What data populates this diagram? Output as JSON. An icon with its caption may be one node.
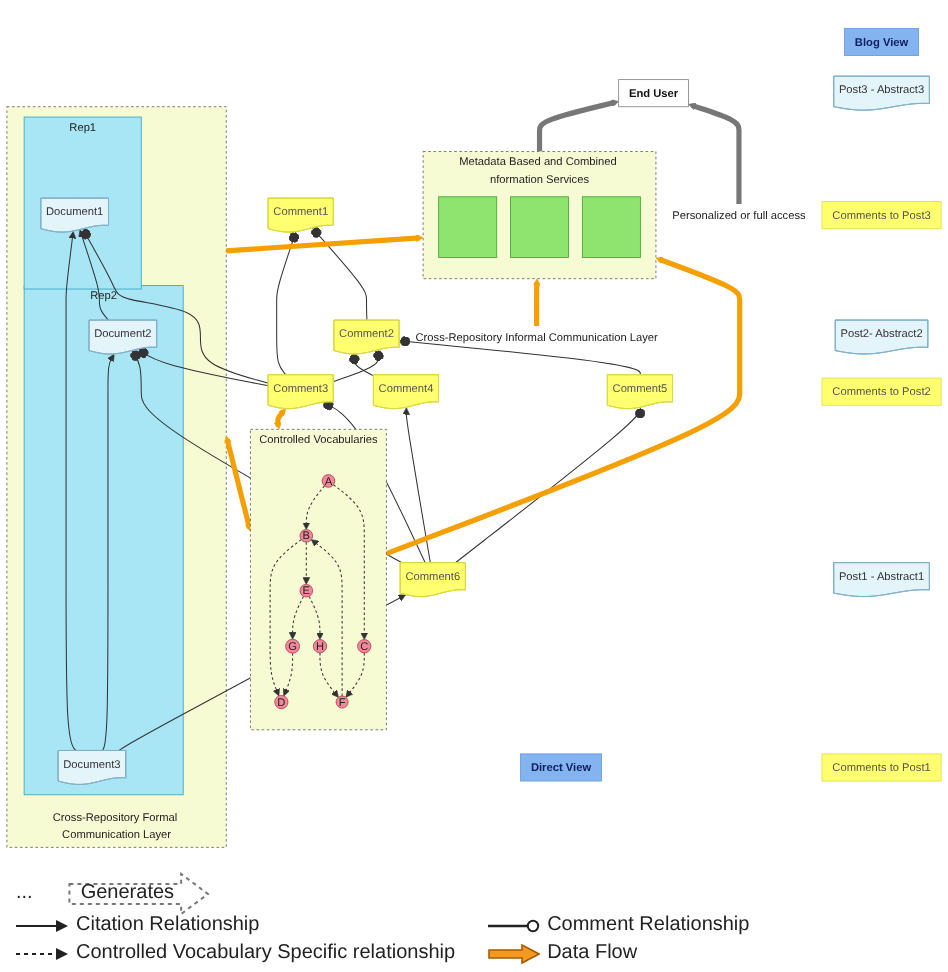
{
  "diagram": {
    "nodes": [
      {
        "text": [
          "Metadata Based and Combined nformation Services"
        ]
      },
      {
        "text": [],
        "shape": "box",
        "in": 0
      },
      {
        "text": [],
        "shape": "box",
        "in": 0
      },
      {
        "text": [],
        "shape": "box",
        "in": 0
      },
      {
        "text": [
          "End User"
        ]
      },
      {
        "text": [
          "Personalized or full access"
        ]
      },
      {
        "text": [
          "Direct View"
        ]
      },
      {
        "text": [
          "Blog View"
        ]
      },
      {
        "text": [
          "Controlled Vocabularies"
        ]
      },
      {
        "text": [
          "A"
        ],
        "in": 8
      },
      {
        "text": [
          "B"
        ],
        "in": 8
      },
      {
        "text": [
          "C"
        ],
        "in": 8
      },
      {
        "text": [
          "D"
        ],
        "in": 8
      },
      {
        "text": [
          "E"
        ],
        "in": 8
      },
      {
        "text": [
          "F"
        ],
        "in": 8
      },
      {
        "text": [
          "G"
        ],
        "in": 8
      },
      {
        "text": [
          "H"
        ],
        "in": 8
      },
      {
        "text": [
          "Cross-Repository Informal Communication Layer"
        ]
      },
      {
        "text": [
          "Comment1"
        ]
      },
      {
        "text": [
          "Comment2"
        ]
      },
      {
        "text": [
          "Comment3"
        ]
      },
      {
        "text": [
          "Comment4"
        ]
      },
      {
        "text": [
          "Comment5"
        ]
      },
      {
        "text": [
          "Comment6"
        ]
      },
      {
        "text": [
          "Cross-Repository Formal Communication Layer"
        ]
      },
      {
        "text": [
          "Rep1"
        ],
        "in": 24
      },
      {
        "text": [
          "Document1"
        ],
        "in": 25
      },
      {
        "text": [
          "Rep2"
        ],
        "in": 24
      },
      {
        "text": [
          "Document2"
        ],
        "in": 27
      },
      {
        "text": [
          "Document3"
        ],
        "in": 27
      },
      {
        "text": [
          "Post3 - Abstract3"
        ]
      },
      {
        "text": [
          "Comments to Post3"
        ]
      },
      {
        "text": [
          "Post2- Abstract2"
        ]
      },
      {
        "text": [
          "Comments to Post2"
        ]
      },
      {
        "text": [
          "Post1 - Abstract1"
        ]
      },
      {
        "text": [
          "Comments to Post1"
        ]
      }
    ],
    "edges": [
      {
        "from": 8,
        "to": 0,
        "arrow": "to",
        "style": "thick",
        "color": "#f5a000"
      },
      {
        "from": 0,
        "to": 4,
        "arrow": "to",
        "style": "thick"
      },
      {
        "from": 5,
        "to": 4,
        "arrow": "to",
        "style": "thick"
      },
      {
        "from": 17,
        "to": 0,
        "arrow": "to",
        "style": "thick",
        "color": "#f5a000"
      },
      {
        "from": 24,
        "to": 0,
        "arrow": "to",
        "style": "thick",
        "color": "#f5a000"
      },
      {
        "from": 8,
        "to": 20,
        "arrow": "both",
        "style": "thick",
        "color": "#f5a000"
      },
      {
        "from": 8,
        "to": 24,
        "arrow": "both",
        "style": "thick",
        "color": "#f5a000"
      },
      {
        "from": 9,
        "to": 10,
        "arrow": "to",
        "style": "dashed"
      },
      {
        "from": 9,
        "to": 11,
        "arrow": "to",
        "style": "dashed"
      },
      {
        "from": 10,
        "to": 12,
        "arrow": "to",
        "style": "dashed"
      },
      {
        "from": 10,
        "to": 13,
        "arrow": "to",
        "style": "dashed"
      },
      {
        "from": 14,
        "to": 10,
        "arrow": "to",
        "style": "dashed"
      },
      {
        "from": 11,
        "to": 14,
        "arrow": "to",
        "style": "dashed"
      },
      {
        "from": 15,
        "to": 12,
        "arrow": "to",
        "style": "dashed"
      },
      {
        "from": 13,
        "to": 15,
        "arrow": "to",
        "style": "dashed"
      },
      {
        "from": 13,
        "to": 16,
        "arrow": "to",
        "style": "dashed"
      },
      {
        "from": 16,
        "to": 14,
        "arrow": "to",
        "style": "dashed"
      },
      {
        "from": 19,
        "to": 18,
        "arrow": "other"
      },
      {
        "from": 22,
        "to": 19,
        "arrow": "other"
      },
      {
        "from": 20,
        "to": 18,
        "arrow": "other"
      },
      {
        "from": 20,
        "to": 19,
        "arrow": "other"
      },
      {
        "from": 21,
        "to": 19,
        "arrow": "other"
      },
      {
        "from": 23,
        "to": 22,
        "arrow": "other"
      },
      {
        "from": 23,
        "to": 21,
        "arrow": "to"
      },
      {
        "from": 23,
        "to": 20,
        "arrow": "other"
      },
      {
        "from": 20,
        "to": 26,
        "arrow": "other"
      },
      {
        "from": 20,
        "to": 28,
        "arrow": "other"
      },
      {
        "from": 23,
        "to": 28,
        "arrow": "other"
      },
      {
        "from": 29,
        "to": 23,
        "arrow": "to"
      },
      {
        "from": 28,
        "to": 26,
        "arrow": "to"
      },
      {
        "from": 29,
        "to": 28,
        "arrow": "to"
      },
      {
        "from": 29,
        "to": 26,
        "arrow": "to"
      }
    ],
    "labels": [
      "...",
      "Generates"
    ],
    "legend": [
      {
        "text": "Citation Relationship"
      },
      {
        "text": "Comment Relationship"
      },
      {
        "text": "Controlled Vocabulary Specific relationship"
      },
      {
        "text": "Data Flow"
      }
    ]
  }
}
